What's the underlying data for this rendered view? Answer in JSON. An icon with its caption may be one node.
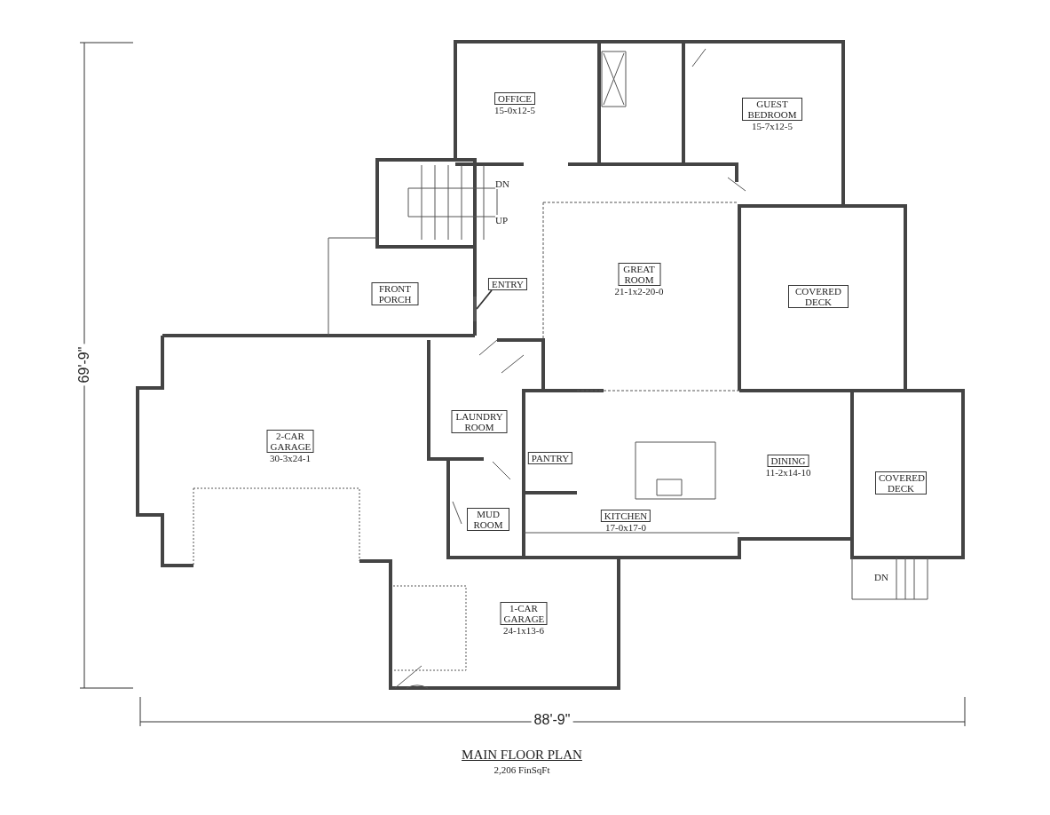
{
  "diagram": {
    "title": "MAIN FLOOR PLAN",
    "caption": "2,206 FinSqFt",
    "nodes": [
      {
        "text": [
          "OFFICE",
          "15-0x12-5"
        ]
      },
      {
        "text": [
          "GUEST BEDROOM",
          "15-7x12-5"
        ]
      },
      {
        "text": [
          "GREAT ROOM",
          "21-1x2-20-0"
        ]
      },
      {
        "text": [
          "FRONT PORCH"
        ]
      },
      {
        "text": [
          "ENTRY"
        ]
      },
      {
        "text": [
          "COVERED DECK"
        ]
      },
      {
        "text": [
          "LAUNDRY ROOM"
        ]
      },
      {
        "text": [
          "2-CAR GARAGE",
          "30-3x24-1"
        ]
      },
      {
        "text": [
          "PANTRY"
        ]
      },
      {
        "text": [
          "DINING",
          "11-2x14-10"
        ]
      },
      {
        "text": [
          "COVERED DECK"
        ]
      },
      {
        "text": [
          "MUD ROOM"
        ]
      },
      {
        "text": [
          "KITCHEN",
          "17-0x17-0"
        ]
      },
      {
        "text": [
          "1-CAR GARAGE",
          "24-1x13-6"
        ]
      },
      {
        "text": [],
        "shape": "door"
      }
    ],
    "edges": [
      {
        "from": 4,
        "to": 14,
        "arrow": "none"
      }
    ],
    "labels": [
      "DN",
      "UP",
      "DN",
      "69'-9\"",
      "88'-9\""
    ]
  }
}
